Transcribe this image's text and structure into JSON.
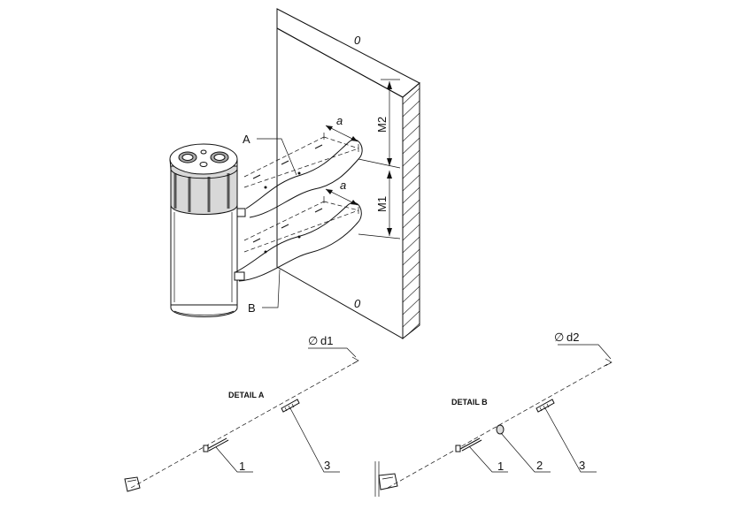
{
  "labels": {
    "A": "A",
    "B": "B",
    "M1": "M1",
    "M2": "M2",
    "a_top": "a",
    "a_bottom": "a",
    "zero_top": "0",
    "zero_bottom": "0",
    "d1": "d1",
    "d2": "d2",
    "diameter_symbol": "∅"
  },
  "detail_a": {
    "title": "DETAIL A",
    "parts": [
      "1",
      "3"
    ]
  },
  "detail_b": {
    "title": "DETAIL B",
    "parts": [
      "1",
      "2",
      "3"
    ]
  }
}
